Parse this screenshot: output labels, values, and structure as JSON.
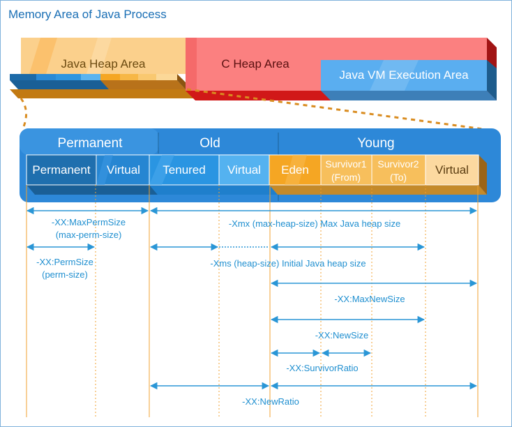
{
  "title": "Memory Area of Java Process",
  "process_areas": [
    {
      "label": "Java Heap Area",
      "color": "#fbd08c"
    },
    {
      "label": "C Heap Area",
      "color": "#fb8080"
    },
    {
      "label": "Java VM Execution Area",
      "color": "#5aaef0"
    }
  ],
  "groups": [
    {
      "label": "Permanent"
    },
    {
      "label": "Old"
    },
    {
      "label": "Young"
    }
  ],
  "segments": [
    {
      "label": "Permanent",
      "kind": "perm"
    },
    {
      "label": "Virtual",
      "kind": "perm-virtual"
    },
    {
      "label": "Tenured",
      "kind": "old"
    },
    {
      "label": "Virtual",
      "kind": "old-virtual"
    },
    {
      "label": "Eden",
      "kind": "young"
    },
    {
      "label": "Survivor1",
      "sub": "(From)",
      "kind": "young-light"
    },
    {
      "label": "Survivor2",
      "sub": "(To)",
      "kind": "young-light"
    },
    {
      "label": "Virtual",
      "kind": "young-virtual"
    }
  ],
  "options": [
    {
      "line1": "-XX:MaxPermSize",
      "line2": "(max-perm-size)"
    },
    {
      "line1": "-Xmx (max-heap-size) Max Java heap size"
    },
    {
      "line1": "-XX:PermSize",
      "line2": "(perm-size)"
    },
    {
      "line1": "-Xms (heap-size) Initial Java heap size"
    },
    {
      "line1": "-XX:MaxNewSize"
    },
    {
      "line1": "-XX:NewSize"
    },
    {
      "line1": "-XX:SurvivorRatio"
    },
    {
      "line1": "-XX:NewRatio"
    }
  ],
  "colors": {
    "frame_border": "#7fb2dc",
    "title": "#1a6fb5",
    "panel": "#2d88d8",
    "annotation": "#1f8fd0",
    "arrow": "#2a96d6",
    "guide": "#f0a030",
    "zoom_dots": "#d98c20"
  }
}
